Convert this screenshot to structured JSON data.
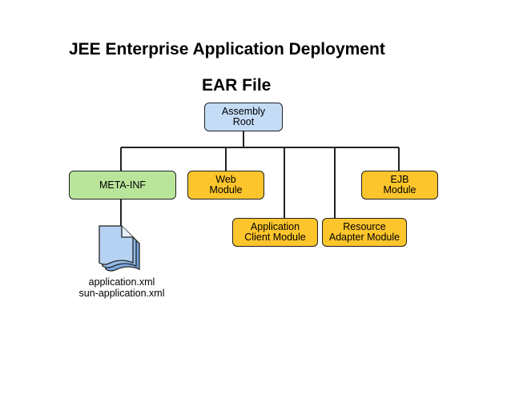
{
  "title": "JEE Enterprise Application Deployment",
  "subtitle": "EAR File",
  "nodes": {
    "root": "Assembly\nRoot",
    "meta_inf": "META-INF",
    "web": "Web\nModule",
    "ejb": "EJB\nModule",
    "app_client": "Application\nClient Module",
    "resource": "Resource\nAdapter Module"
  },
  "files": [
    "application.xml",
    "sun-application.xml"
  ],
  "colors": {
    "root": "#c4dcf6",
    "meta_inf": "#b9e59b",
    "modules": "#fcc52c"
  },
  "icons": [
    "document-stack-icon"
  ]
}
